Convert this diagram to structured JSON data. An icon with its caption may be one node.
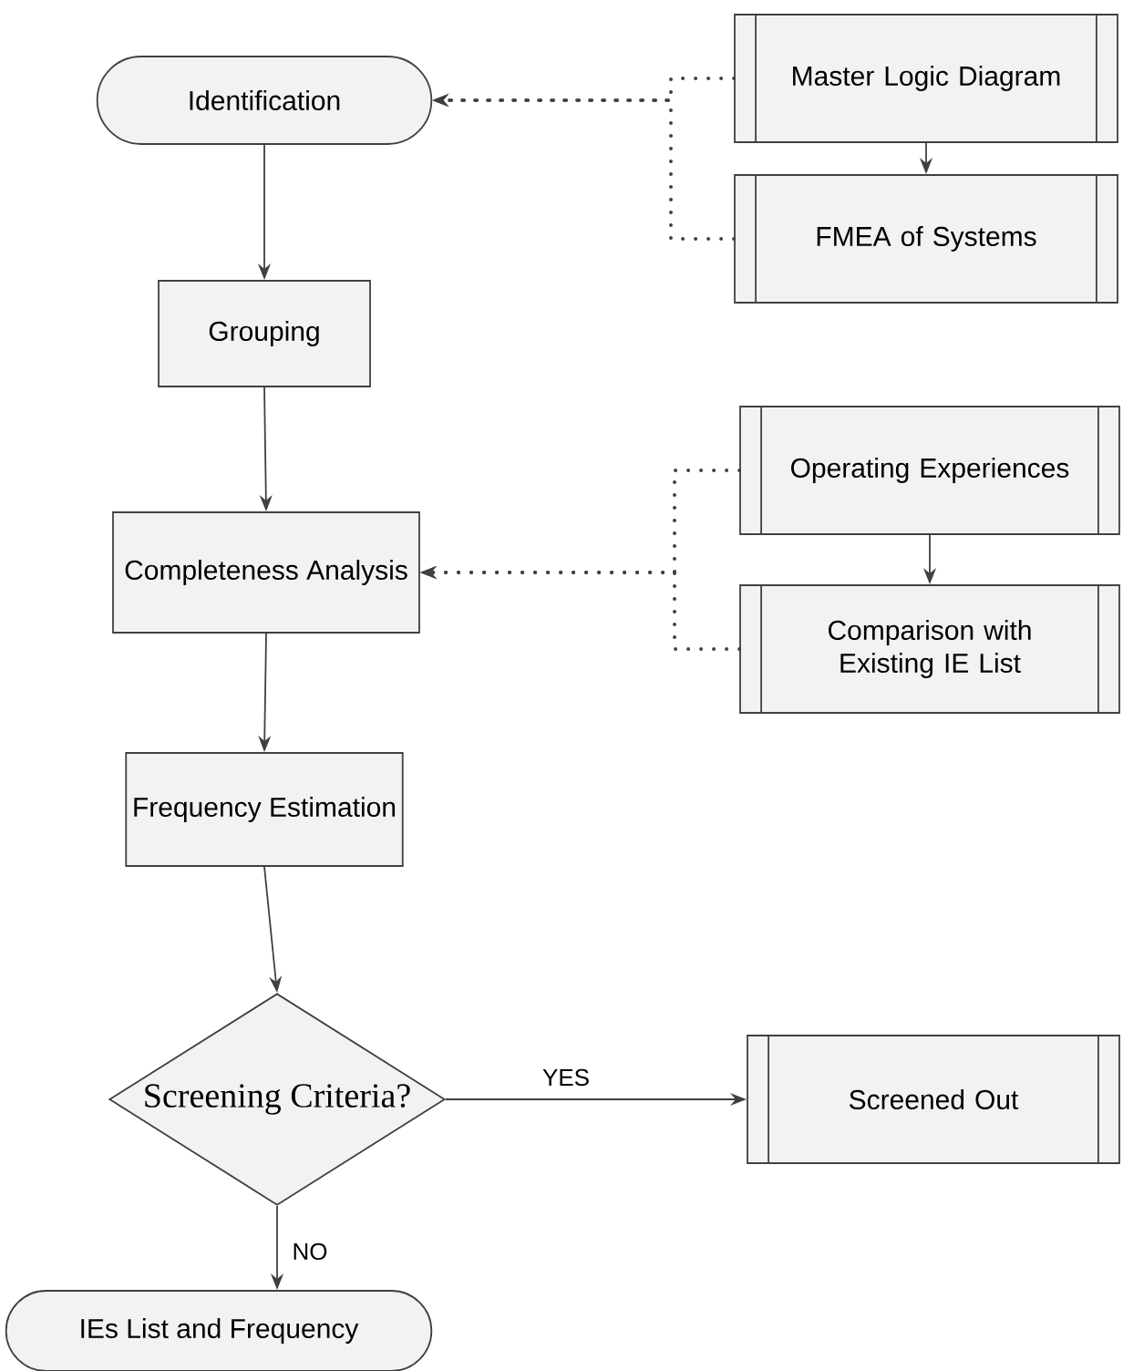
{
  "diagram": {
    "nodes": [
      {
        "text": [
          "Identification"
        ]
      },
      {
        "text": [
          "Master Logic Diagram"
        ]
      },
      {
        "text": [
          "FMEA of Systems"
        ]
      },
      {
        "text": [
          "Grouping"
        ]
      },
      {
        "text": [
          "Completeness Analysis"
        ]
      },
      {
        "text": [
          "Operating Experiences"
        ]
      },
      {
        "text": [
          "Comparison with Existing IE List"
        ]
      },
      {
        "text": [
          "Frequency Estimation"
        ]
      },
      {
        "text": [
          "Screening Criteria?"
        ]
      },
      {
        "text": [
          "Screened Out"
        ]
      },
      {
        "text": [
          "IEs List and Frequency"
        ]
      }
    ],
    "edges": [
      {
        "from": 1,
        "to": 0,
        "arrow": "to",
        "style": "dashed"
      },
      {
        "from": 2,
        "to": 0,
        "arrow": "to",
        "style": "dashed"
      },
      {
        "from": 1,
        "to": 2,
        "arrow": "to"
      },
      {
        "from": 0,
        "to": 3,
        "arrow": "to"
      },
      {
        "from": 3,
        "to": 4,
        "arrow": "to"
      },
      {
        "from": 5,
        "to": 4,
        "arrow": "to",
        "style": "dashed"
      },
      {
        "from": 6,
        "to": 4,
        "arrow": "to",
        "style": "dashed"
      },
      {
        "from": 5,
        "to": 6,
        "arrow": "to"
      },
      {
        "from": 4,
        "to": 7,
        "arrow": "to"
      },
      {
        "from": 7,
        "to": 8,
        "arrow": "to"
      },
      {
        "from": 8,
        "to": 9,
        "arrow": "to",
        "label": "YES"
      },
      {
        "from": 8,
        "to": 10,
        "arrow": "to",
        "label": "NO"
      }
    ]
  }
}
